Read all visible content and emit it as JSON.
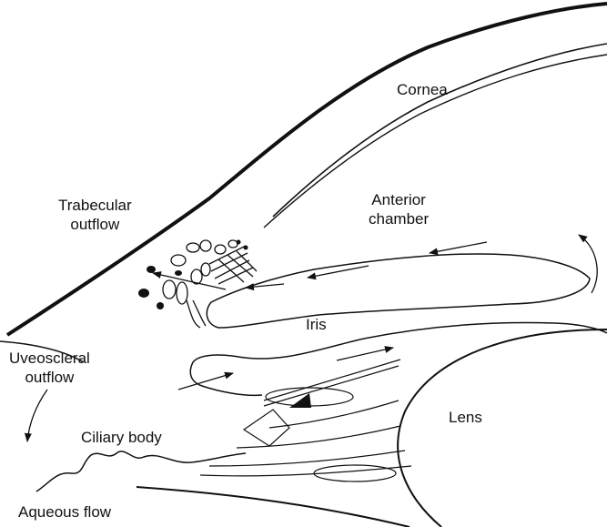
{
  "labels": {
    "cornea": "Cornea",
    "trabecular": "Trabecular\noutflow",
    "anterior_chamber": "Anterior\nchamber",
    "iris": "Iris",
    "uveoscleral": "Uveoscleral\noutflow",
    "lens": "Lens",
    "ciliary_body": "Ciliary body",
    "aqueous_flow": "Aqueous flow"
  },
  "colors": {
    "line": "#111111",
    "background": "#ffffff"
  }
}
